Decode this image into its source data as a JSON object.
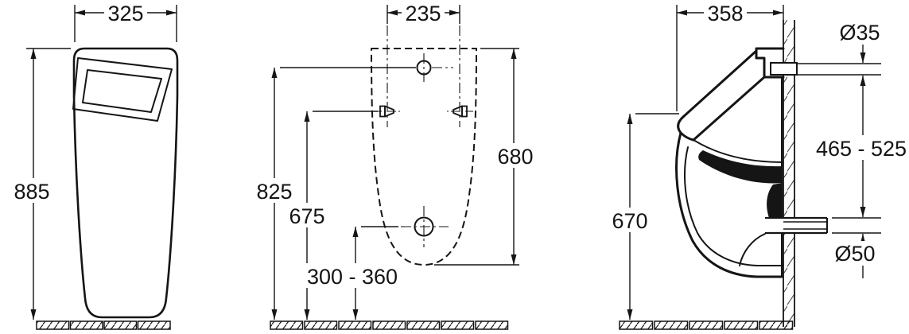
{
  "dimensions": {
    "front": {
      "width": "325",
      "height": "885"
    },
    "rear": {
      "fixing_spacing": "235",
      "height": "680",
      "upper_fixing": "825",
      "side_fixing": "675",
      "outlet_range": "300 - 360"
    },
    "side": {
      "depth": "358",
      "inlet_dia": "Ø35",
      "connect_range": "465 - 525",
      "front_height": "670",
      "outlet_dia": "Ø50"
    }
  }
}
